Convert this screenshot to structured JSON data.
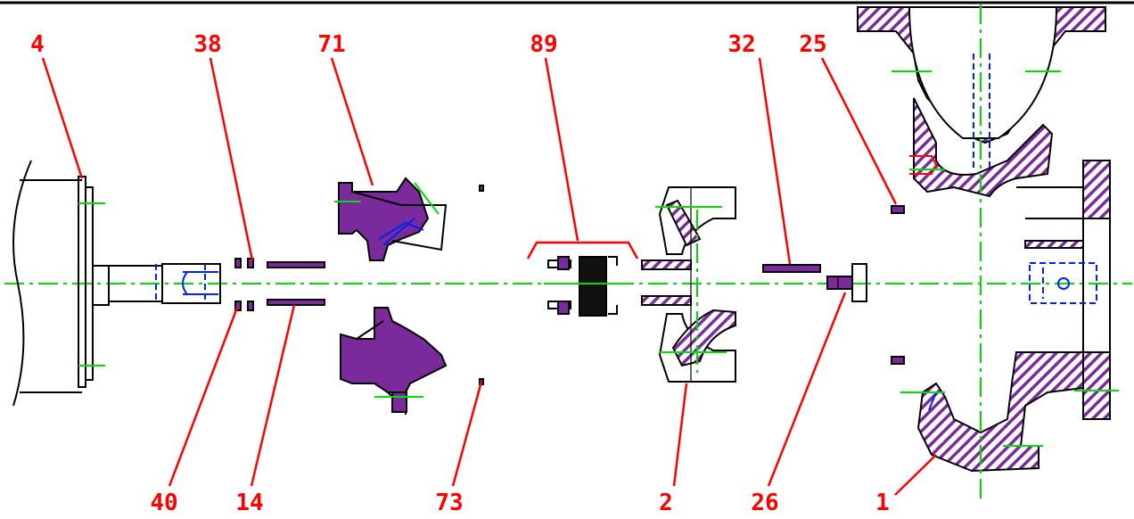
{
  "callouts": [
    {
      "id": "4"
    },
    {
      "id": "38"
    },
    {
      "id": "71"
    },
    {
      "id": "89"
    },
    {
      "id": "32"
    },
    {
      "id": "25"
    },
    {
      "id": "40"
    },
    {
      "id": "14"
    },
    {
      "id": "73"
    },
    {
      "id": "2"
    },
    {
      "id": "26"
    },
    {
      "id": "1"
    }
  ],
  "colors": {
    "callout": "#ff0000",
    "centerline": "#00dd00",
    "part_fill": "#7a2a9a",
    "hidden_line": "#0022ee",
    "outline": "#000000"
  }
}
